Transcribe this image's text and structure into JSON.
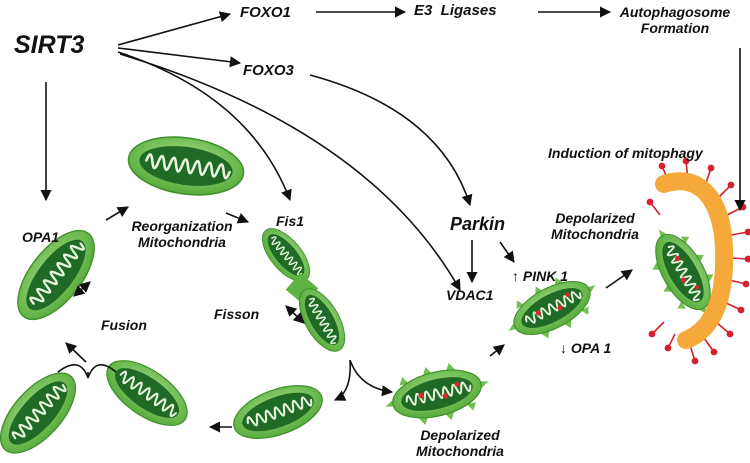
{
  "labels": {
    "sirt3": "SIRT3",
    "foxo1": "FOXO1",
    "foxo3": "FOXO3",
    "e3_ligases": "E3  Ligases",
    "autophagosome_line1": "Autophagosome",
    "autophagosome_line2": "Formation",
    "induction_mitophagy": "Induction of mitophagy",
    "depolarized_top_line1": "Depolarized",
    "depolarized_top_line2": "Mitochondria",
    "parkin": "Parkin",
    "pink1": "↑ PINK 1",
    "vdac1": "VDAC1",
    "opa1_down": "↓ OPA 1",
    "opa1": "OPA1",
    "reorganization_line1": "Reorganization",
    "reorganization_line2": "Mitochondria",
    "fis1": "Fis1",
    "fisson": "Fisson",
    "fusion": "Fusion",
    "depolarized_bottom_line1": "Depolarized",
    "depolarized_bottom_line2": "Mitochondria"
  },
  "colors": {
    "mito_outer": "#5fb343",
    "mito_light": "#8ed36d",
    "mito_inner": "#1f6b26",
    "cristae": "#e8f5de",
    "phagophore": "#f4a93a",
    "phagophore_spike": "#d62030",
    "depolarized_dot": "#d42a2a",
    "arrow": "#111111"
  }
}
